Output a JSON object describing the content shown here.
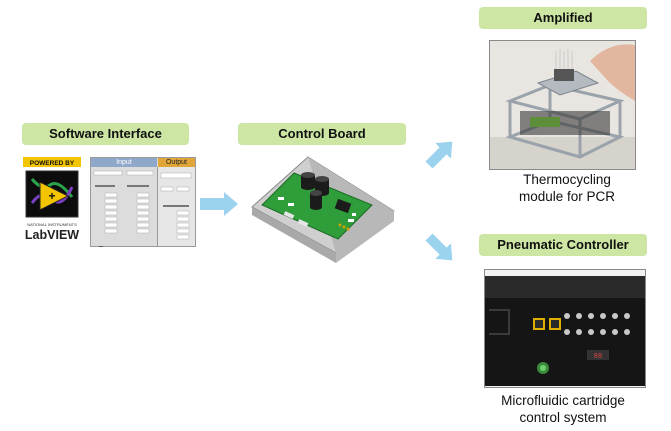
{
  "labels": {
    "software": "Software Interface",
    "control": "Control Board",
    "amplified": "Amplified",
    "pneumatic": "Pneumatic Controller"
  },
  "captions": {
    "thermo_line1": "Thermocycling",
    "thermo_line2": "module for PCR",
    "micro_line1": "Microfluidic cartridge",
    "micro_line2": "control system"
  },
  "logo": {
    "powered_by": "POWERED BY",
    "instruments": "NATIONAL INSTRUMENTS",
    "product": "LabVIEW"
  },
  "panel": {
    "input": "Input",
    "output": "Output"
  },
  "colors": {
    "label_fill": "#cde6a4",
    "arrow": "#9bd3ee",
    "board_green": "#2f9e3a"
  }
}
